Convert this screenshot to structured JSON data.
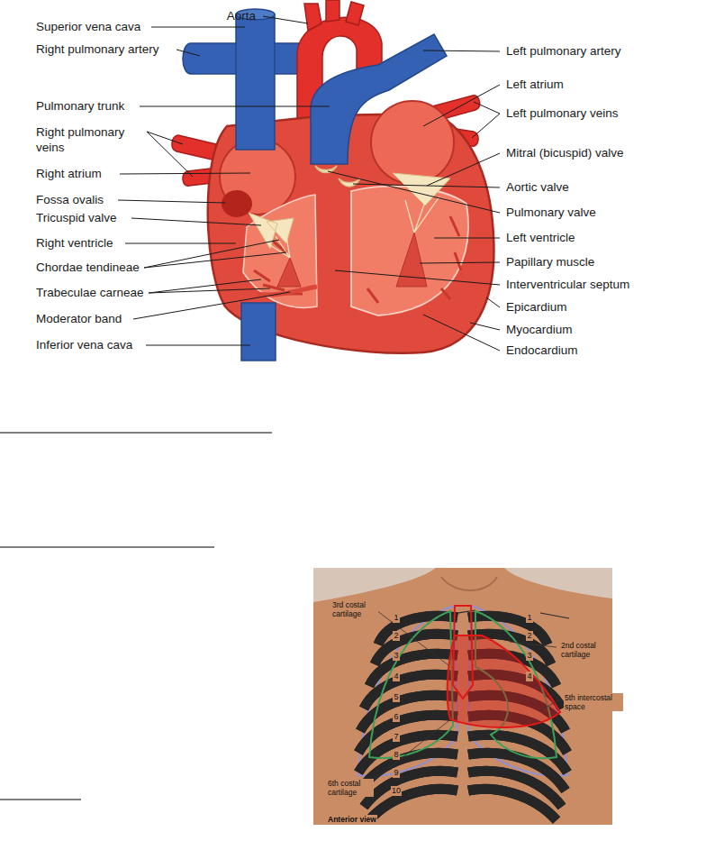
{
  "diagram": {
    "labels": [
      "Aorta",
      "Superior vena cava",
      "Right pulmonary artery",
      "Pulmonary trunk",
      "Right pulmonary veins",
      "Right atrium",
      "Fossa ovalis",
      "Tricuspid valve",
      "Right ventricle",
      "Chordae tendineae",
      "Trabeculae carneae",
      "Moderator band",
      "Inferior vena cava",
      "Left pulmonary artery",
      "Left atrium",
      "Left pulmonary veins",
      "Mitral (bicuspid) valve",
      "Aortic valve",
      "Pulmonary valve",
      "Left ventricle",
      "Papillary muscle",
      "Interventricular septum",
      "Epicardium",
      "Myocardium",
      "Endocardium",
      "3rd costal cartilage",
      "2nd costal cartilage",
      "5th intercostal space",
      "6th costal cartilage",
      "Anterior view",
      "1",
      "2",
      "3",
      "4",
      "5",
      "6",
      "7",
      "8",
      "9",
      "10",
      "1",
      "2",
      "3",
      "4"
    ]
  }
}
